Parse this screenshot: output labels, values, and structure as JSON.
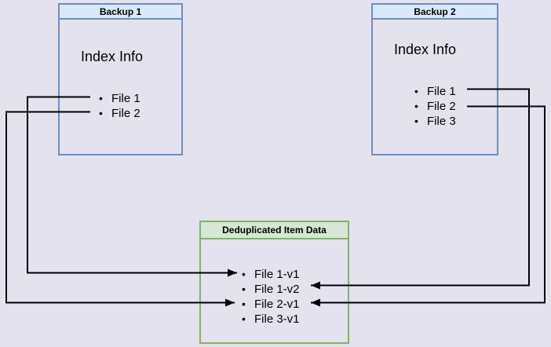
{
  "diagram": {
    "background_color": "#e4e3ed",
    "line_color": "#000000",
    "boxes": {
      "backup1": {
        "title": "Backup 1",
        "section_label": "Index Info",
        "items": [
          "File 1",
          "File 2"
        ],
        "border_color": "#6c8ebf",
        "title_fill": "#dae8fc"
      },
      "backup2": {
        "title": "Backup 2",
        "section_label": "Index Info",
        "items": [
          "File 1",
          "File 2",
          "File 3"
        ],
        "border_color": "#6c8ebf",
        "title_fill": "#dae8fc"
      },
      "dedup": {
        "title": "Deduplicated Item Data",
        "items": [
          "File 1-v1",
          "File 1-v2",
          "File 2-v1",
          "File 3-v1"
        ],
        "border_color": "#82b366",
        "title_fill": "#d5e8d4"
      }
    },
    "connections": [
      {
        "from": "Backup 1 / File 1",
        "to": "File 1-v1"
      },
      {
        "from": "Backup 1 / File 2",
        "to": "File 2-v1"
      },
      {
        "from": "Backup 2 / File 1",
        "to": "File 1-v2"
      },
      {
        "from": "Backup 2 / File 2",
        "to": "File 2-v1"
      }
    ]
  }
}
